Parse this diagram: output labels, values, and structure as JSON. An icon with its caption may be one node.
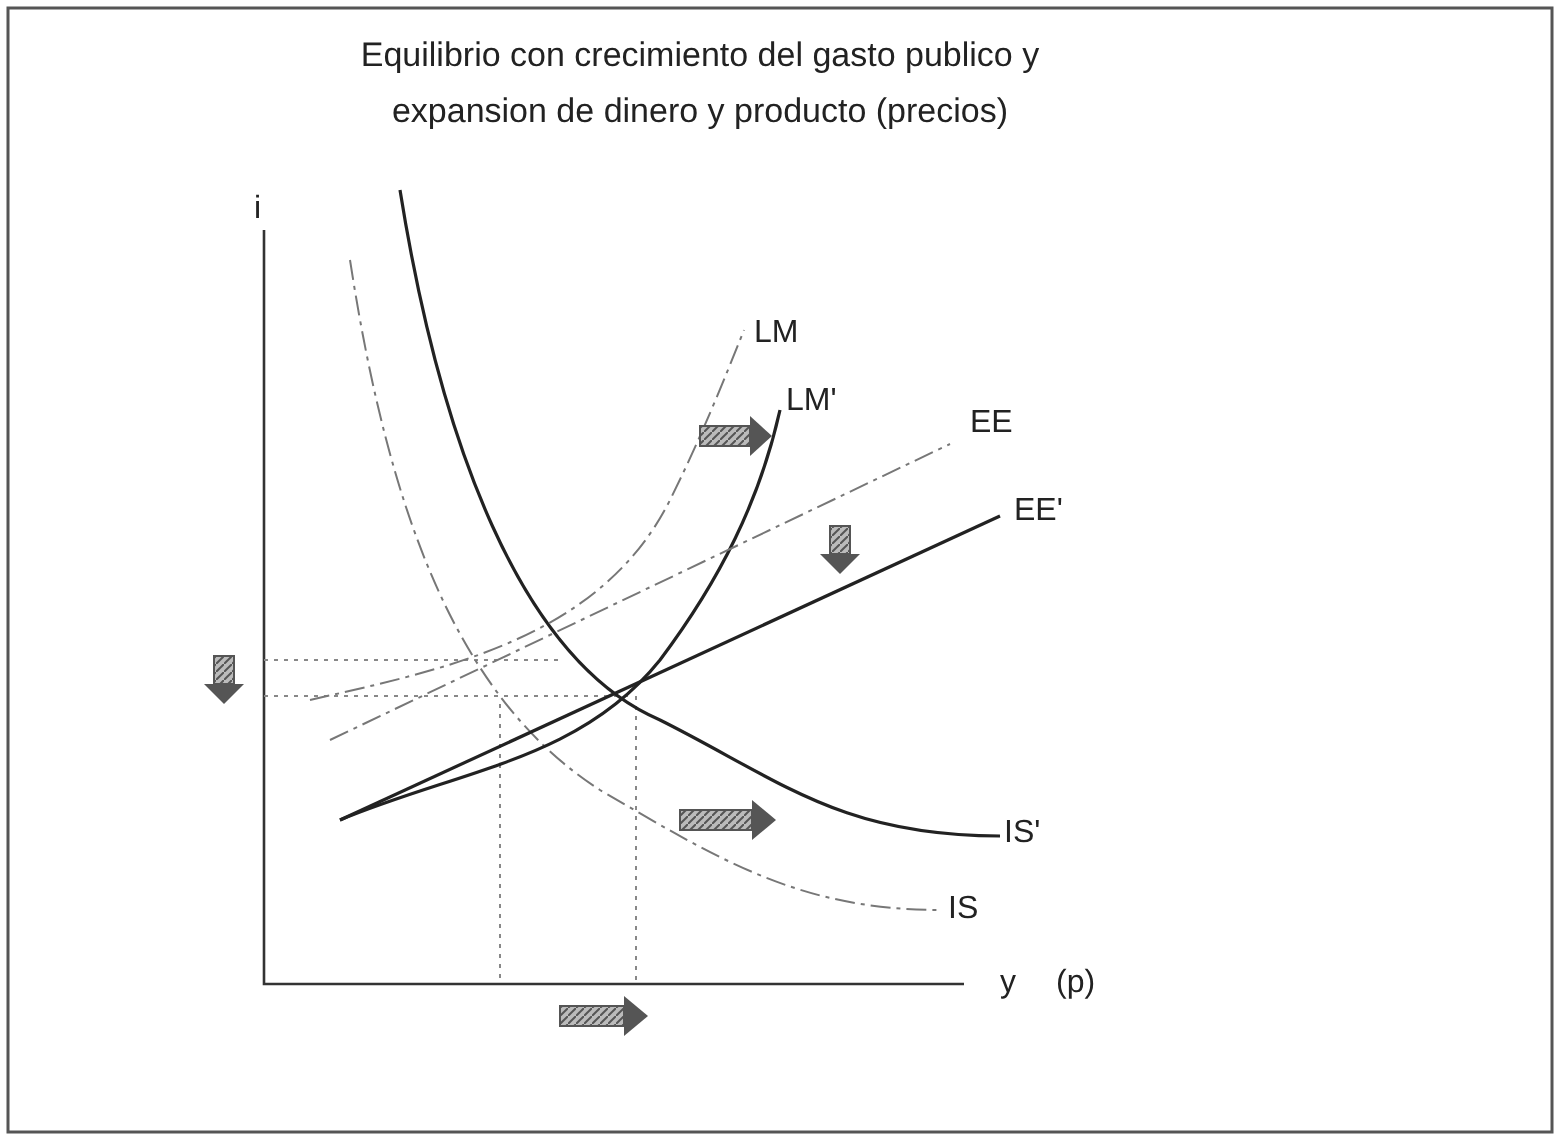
{
  "diagram": {
    "title": "Equilibrio con crecimiento del gasto publico y expansion de dinero y producto (precios)",
    "labels": [
      "i",
      "LM",
      "LM'",
      "EE",
      "EE'",
      "IS'",
      "IS",
      "y",
      "(p)"
    ]
  }
}
